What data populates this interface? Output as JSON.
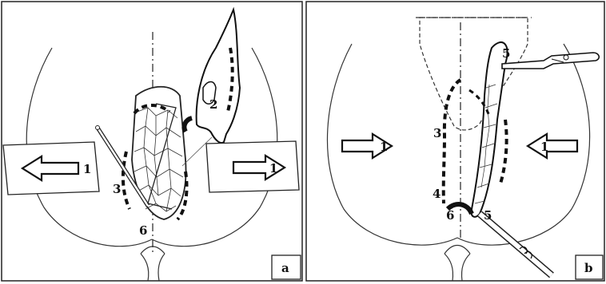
{
  "panels": [
    {
      "letter": "a",
      "labels": {
        "arrow_left": "1",
        "arrow_right": "1",
        "flap": "2",
        "tube": "3",
        "midline": "6"
      }
    },
    {
      "letter": "b",
      "labels": {
        "arrow_left": "1",
        "arrow_right": "1",
        "tube": "3",
        "suture": "4",
        "clamp": "5",
        "drain": "5",
        "midline": "6"
      }
    }
  ]
}
